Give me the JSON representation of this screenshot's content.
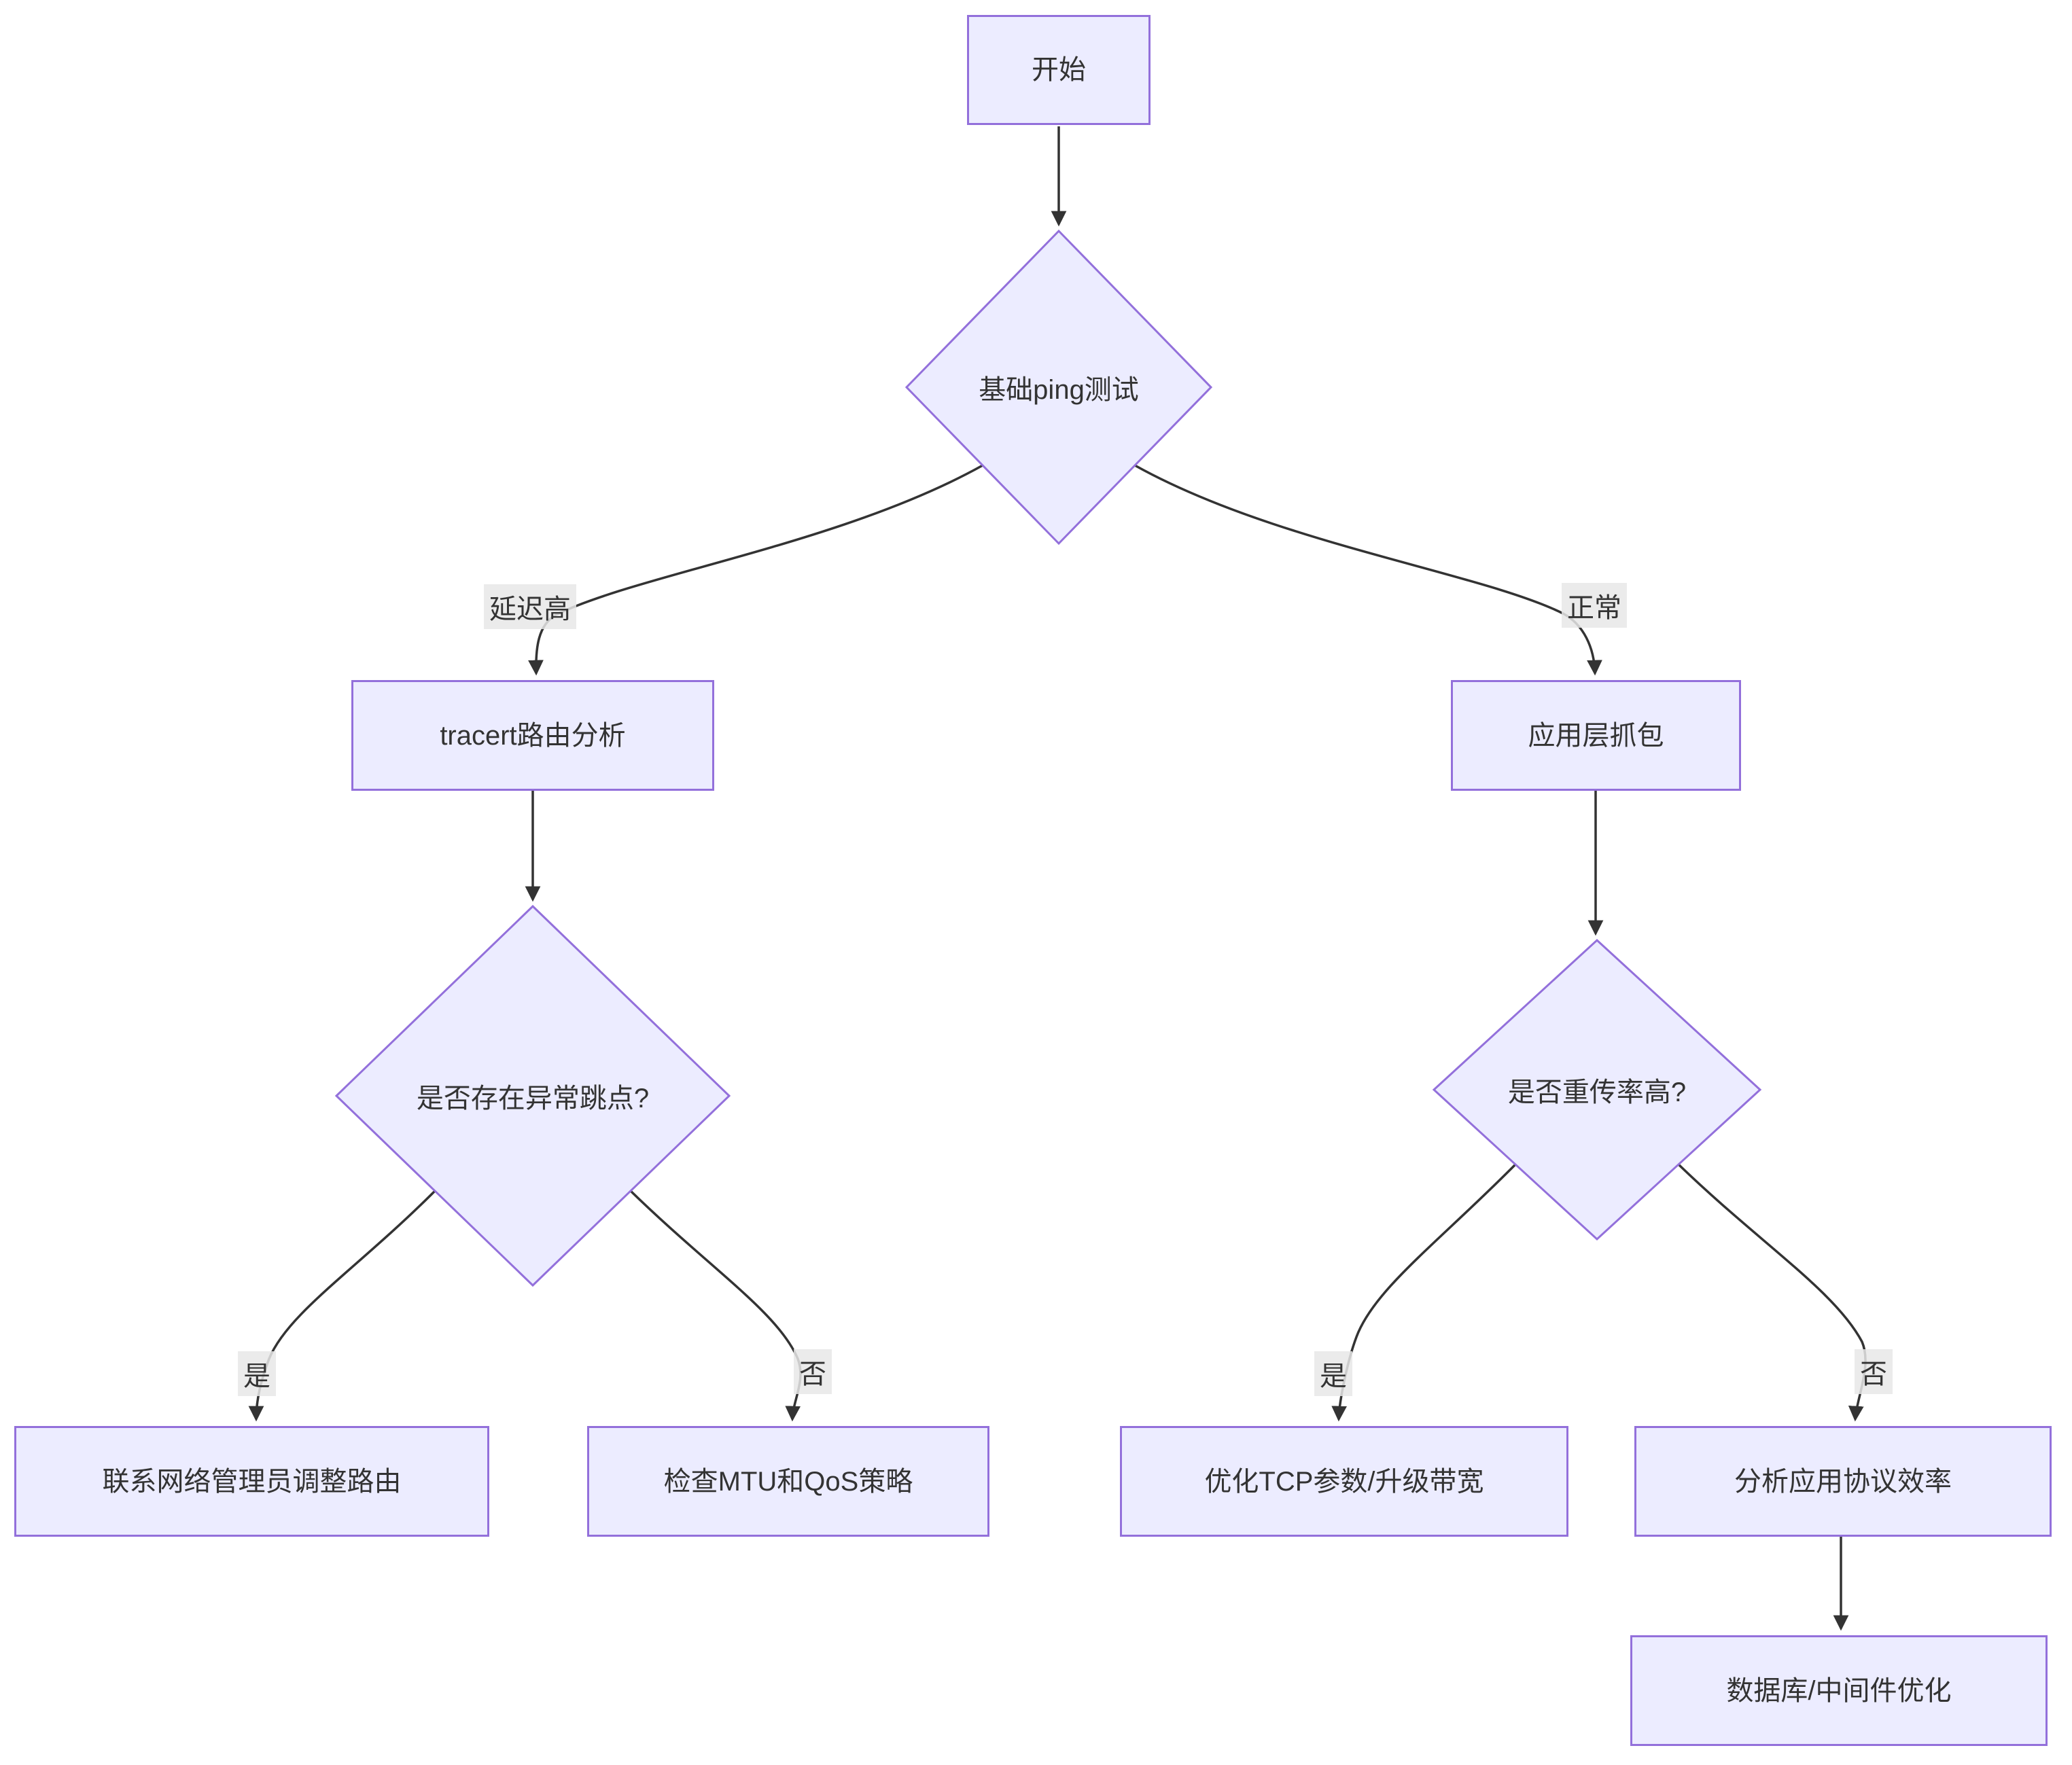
{
  "diagram": {
    "type": "flowchart",
    "direction": "top-down",
    "nodes": [
      {
        "id": "start",
        "label": "开始",
        "shape": "rect"
      },
      {
        "id": "ping_test",
        "label": "基础ping测试",
        "shape": "diamond"
      },
      {
        "id": "tracert",
        "label": "tracert路由分析",
        "shape": "rect"
      },
      {
        "id": "app_capture",
        "label": "应用层抓包",
        "shape": "rect"
      },
      {
        "id": "abnormal_hop",
        "label": "是否存在异常跳点?",
        "shape": "diamond"
      },
      {
        "id": "retrans_rate",
        "label": "是否重传率高?",
        "shape": "diamond"
      },
      {
        "id": "contact_admin",
        "label": "联系网络管理员调整路由",
        "shape": "rect"
      },
      {
        "id": "check_mtu",
        "label": "检查MTU和QoS策略",
        "shape": "rect"
      },
      {
        "id": "optimize_tcp",
        "label": "优化TCP参数/升级带宽",
        "shape": "rect"
      },
      {
        "id": "analyze_protocol",
        "label": "分析应用协议效率",
        "shape": "rect"
      },
      {
        "id": "optimize_db",
        "label": "数据库/中间件优化",
        "shape": "rect"
      }
    ],
    "edges": [
      {
        "from": "start",
        "to": "ping_test",
        "label": ""
      },
      {
        "from": "ping_test",
        "to": "tracert",
        "label": "延迟高"
      },
      {
        "from": "ping_test",
        "to": "app_capture",
        "label": "正常"
      },
      {
        "from": "tracert",
        "to": "abnormal_hop",
        "label": ""
      },
      {
        "from": "app_capture",
        "to": "retrans_rate",
        "label": ""
      },
      {
        "from": "abnormal_hop",
        "to": "contact_admin",
        "label": "是"
      },
      {
        "from": "abnormal_hop",
        "to": "check_mtu",
        "label": "否"
      },
      {
        "from": "retrans_rate",
        "to": "optimize_tcp",
        "label": "是"
      },
      {
        "from": "retrans_rate",
        "to": "analyze_protocol",
        "label": "否"
      },
      {
        "from": "analyze_protocol",
        "to": "optimize_db",
        "label": ""
      }
    ]
  },
  "colors": {
    "background": "#ffffff",
    "node_fill": "#ECECFF",
    "node_border": "#9370DB",
    "edge_line": "#333333",
    "text": "#333333",
    "edge_label_bg": "#e8e8e8"
  }
}
